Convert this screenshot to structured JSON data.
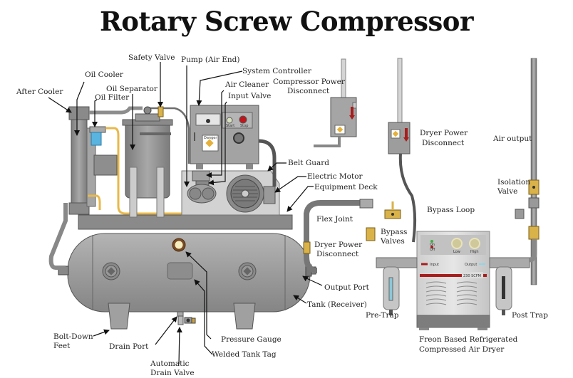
{
  "title": "Rotary Screw Compressor",
  "colors": {
    "metal_gray": "#9a9a9a",
    "dark_gray": "#6e6e6e",
    "light_gray": "#c8c8c8",
    "brass": "#d9b24a",
    "oil_line": "#e8b84a",
    "filter_blue": "#5ab4e0",
    "warning_red": "#b8232a",
    "indicator_green": "#3cb043",
    "gauge_cream": "#efe6b8",
    "background": "#ffffff"
  },
  "labels": {
    "after_cooler": "After Cooler",
    "oil_cooler": "Oil Cooler",
    "oil_separator": "Oil Separator",
    "oil_filter": "Oil Filter",
    "safety_valve": "Safety Valve",
    "pump_air_end": "Pump (Air End)",
    "system_controller": "System Controller",
    "air_cleaner": "Air Cleaner",
    "input_valve": "Input Valve",
    "compressor_power_disconnect_1": "Compressor Power",
    "compressor_power_disconnect_2": "Disconnect",
    "dryer_power_disconnect_top_1": "Dryer Power",
    "dryer_power_disconnect_top_2": "Disconnect",
    "air_output": "Air output",
    "belt_guard": "Belt Guard",
    "electric_motor": "Electric Motor",
    "equipment_deck": "Equipment Deck",
    "isolation_valve_1": "Isolation",
    "isolation_valve_2": "Valve",
    "bypass_loop": "Bypass Loop",
    "flex_joint": "Flex Joint",
    "bypass_valves_1": "Bypass",
    "bypass_valves_2": "Valves",
    "dryer_power_disconnect_mid_1": "Dryer Power",
    "dryer_power_disconnect_mid_2": "Disconnect",
    "output_port": "Output Port",
    "tank_receiver": "Tank (Receiver)",
    "pre_trap": "Pre-Trap",
    "post_trap": "Post Trap",
    "freon_dryer_1": "Freon Based Refrigerated",
    "freon_dryer_2": "Compressed Air Dryer",
    "bolt_down_feet_1": "Bolt-Down",
    "bolt_down_feet_2": "Feet",
    "drain_port": "Drain Port",
    "automatic_drain_valve_1": "Automatic",
    "automatic_drain_valve_2": "Drain Valve",
    "pressure_gauge": "Pressure Gauge",
    "welded_tank_tag": "Welded Tank Tag"
  },
  "dryer_panel": {
    "on": "On",
    "off": "Off",
    "low": "Low",
    "high": "High",
    "input": "Input",
    "output": "Output",
    "rating": "230 SCFM"
  },
  "controller_panel": {
    "danger": "Danger",
    "start": "Start",
    "stop": "Stop"
  }
}
